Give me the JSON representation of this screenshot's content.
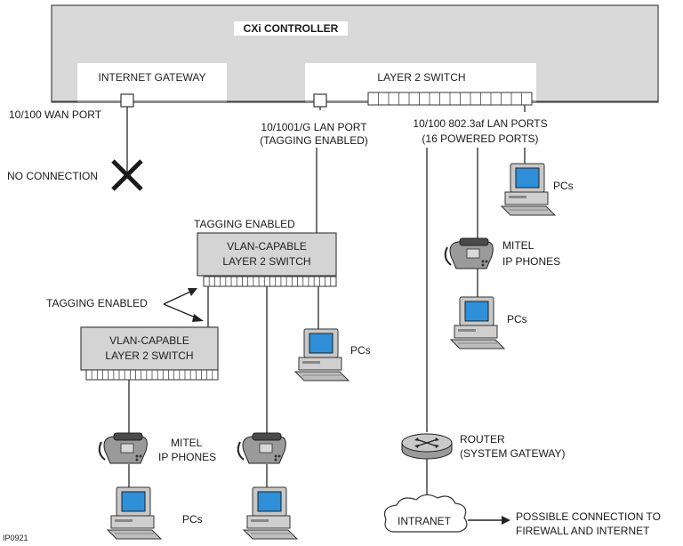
{
  "controller": {
    "title": "CXi CONTROLLER",
    "gateway_label": "INTERNET GATEWAY",
    "switch_label": "LAYER 2 SWITCH"
  },
  "ports": {
    "wan_port": "10/100 WAN PORT",
    "lan_port_line1": "10/1001/G LAN PORT",
    "lan_port_line2": "(TAGGING ENABLED)",
    "poe_ports_line1": "10/100 802.3af LAN PORTS",
    "poe_ports_line2": "(16 POWERED PORTS)"
  },
  "no_connection": "NO CONNECTION",
  "tagging_enabled": "TAGGING ENABLED",
  "vlan_switch": {
    "line1": "VLAN-CAPABLE",
    "line2": "LAYER 2 SWITCH"
  },
  "devices": {
    "pcs": "PCs",
    "mitel_line1": "MITEL",
    "mitel_line2": "IP PHONES",
    "router_line1": "ROUTER",
    "router_line2": "(SYSTEM GATEWAY)",
    "intranet": "INTRANET",
    "possible_line1": "POSSIBLE CONNECTION TO",
    "possible_line2": "FIREWALL AND INTERNET"
  },
  "figure_id": "IP0921",
  "colors": {
    "controller_fill": "#d9d9d9",
    "switch_fill": "#d4d4d4",
    "line": "#4a4a4a",
    "screen": "#2f8fd8"
  }
}
